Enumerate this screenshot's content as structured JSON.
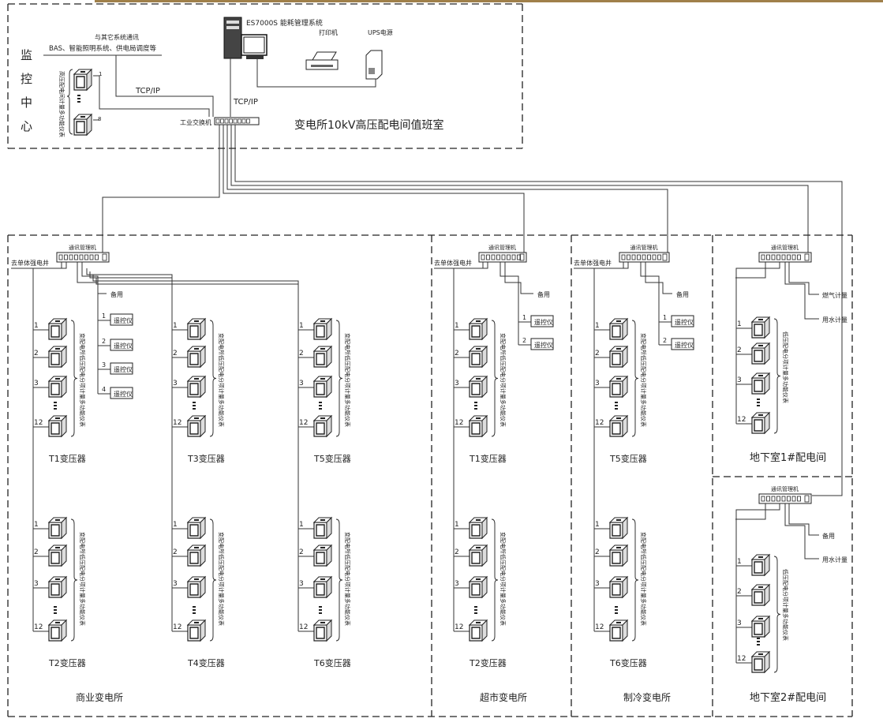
{
  "monitor_center": {
    "label_chars": [
      "监",
      "控",
      "中",
      "心"
    ],
    "system_name": "ES7000S 能耗管理系统",
    "printer": "打印机",
    "ups": "UPS电源",
    "other_comm_title": "与其它系统通讯",
    "other_comm_desc": "BAS、智能照明系统、供电局调度等",
    "tcpip_1": "TCP/IP",
    "tcpip_2": "TCP/IP",
    "switch_label": "工业交换机",
    "room_label": "变电所10kV高压配电间值班室",
    "hv_meter_label": "高压配电间计量多功能仪表",
    "hv_meter_numbers": [
      "1",
      "8"
    ]
  },
  "common": {
    "comm_manager": "通讯管理机",
    "to_shaft": "去单体强电井",
    "spare": "备用",
    "remote": "遥控仪",
    "lv_meter_label": "变配电所低压配电分项计量多功能仪表",
    "basement_meter_label": "低压配电分项计量多功能仪表",
    "meter_numbers": [
      "1",
      "2",
      "3",
      "12"
    ]
  },
  "stations": [
    {
      "name": "商业变电所",
      "transformers": [
        "T1变压器",
        "T2变压器",
        "T3变压器",
        "T4变压器",
        "T5变压器",
        "T6变压器"
      ],
      "remote_numbers": [
        "1",
        "2",
        "3",
        "4"
      ]
    },
    {
      "name": "超市变电所",
      "transformers": [
        "T1变压器",
        "T2变压器"
      ],
      "remote_numbers": [
        "1",
        "2"
      ]
    },
    {
      "name": "制冷变电所",
      "transformers": [
        "T5变压器",
        "T6变压器"
      ],
      "remote_numbers": [
        "1",
        "2"
      ]
    },
    {
      "name": "地下室1#配电间",
      "extras": [
        "燃气计量",
        "用水计量"
      ]
    },
    {
      "name": "地下室2#配电间",
      "extras": [
        "备用",
        "用水计量"
      ]
    }
  ]
}
